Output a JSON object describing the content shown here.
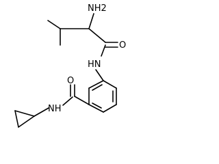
{
  "atom_labels": {
    "nh2": "NH2",
    "o_upper": "O",
    "hn": "HN",
    "o_lower": "O",
    "nh_lower": "NH"
  },
  "colors": {
    "bond": "#000000",
    "label": "#000000",
    "background": "#ffffff"
  }
}
